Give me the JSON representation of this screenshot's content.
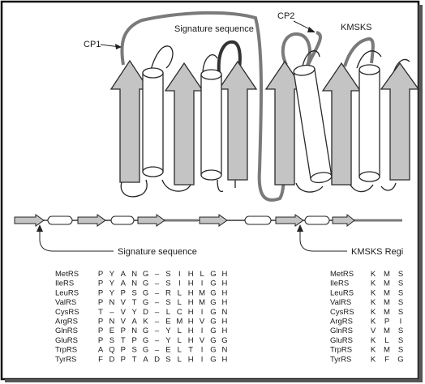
{
  "labels": {
    "cp1": "CP1",
    "cp2": "CP2",
    "signature_top": "Signature sequence",
    "kmsks_top": "KMSKS",
    "signature_bottom": "Signature sequence",
    "kmsks_bottom": "KMSKS Regi"
  },
  "alignment": {
    "rows": [
      {
        "name": "MetRS",
        "sig": [
          "P",
          "Y",
          "A",
          "N",
          "G",
          "–",
          "S",
          "I",
          "H",
          "L",
          "G",
          "H"
        ],
        "kms": [
          "K",
          "M",
          "S"
        ]
      },
      {
        "name": "IleRS",
        "sig": [
          "P",
          "Y",
          "A",
          "N",
          "G",
          "–",
          "S",
          "I",
          "H",
          "I",
          "G",
          "H"
        ],
        "kms": [
          "K",
          "M",
          "S"
        ]
      },
      {
        "name": "LeuRS",
        "sig": [
          "P",
          "Y",
          "P",
          "S",
          "G",
          "–",
          "R",
          "L",
          "H",
          "M",
          "G",
          "H"
        ],
        "kms": [
          "K",
          "M",
          "S"
        ]
      },
      {
        "name": "ValRS",
        "sig": [
          "P",
          "N",
          "V",
          "T",
          "G",
          "–",
          "S",
          "L",
          "H",
          "M",
          "G",
          "H"
        ],
        "kms": [
          "K",
          "M",
          "S"
        ]
      },
      {
        "name": "CysRS",
        "sig": [
          "T",
          "–",
          "V",
          "Y",
          "D",
          "–",
          "L",
          "C",
          "H",
          "I",
          "G",
          "N"
        ],
        "kms": [
          "K",
          "M",
          "S"
        ]
      },
      {
        "name": "ArgRS",
        "sig": [
          "P",
          "N",
          "V",
          "A",
          "K",
          "–",
          "E",
          "M",
          "H",
          "V",
          "G",
          "H"
        ],
        "kms": [
          "K",
          "P",
          "I"
        ]
      },
      {
        "name": "GlnRS",
        "sig": [
          "P",
          "E",
          "P",
          "N",
          "G",
          "–",
          "Y",
          "L",
          "H",
          "I",
          "G",
          "H"
        ],
        "kms": [
          "V",
          "M",
          "S"
        ]
      },
      {
        "name": "GluRS",
        "sig": [
          "P",
          "S",
          "T",
          "P",
          "G",
          "–",
          "Y",
          "L",
          "H",
          "V",
          "G",
          "G"
        ],
        "kms": [
          "K",
          "L",
          "S"
        ]
      },
      {
        "name": "TrpRS",
        "sig": [
          "A",
          "Q",
          "P",
          "S",
          "G",
          "–",
          "E",
          "L",
          "T",
          "I",
          "G",
          "N"
        ],
        "kms": [
          "K",
          "M",
          "S"
        ]
      },
      {
        "name": "TyrRS",
        "sig": [
          "F",
          "D",
          "P",
          "T",
          "A",
          "D",
          "S",
          "L",
          "H",
          "I",
          "G",
          "H"
        ],
        "kms": [
          "K",
          "F",
          "G"
        ]
      }
    ]
  },
  "colors": {
    "strand_fill": "#c4c4c4",
    "strand_stroke": "#2a2a2a",
    "loop_gray": "#7a7a7a",
    "helix_fill": "#ffffff"
  }
}
